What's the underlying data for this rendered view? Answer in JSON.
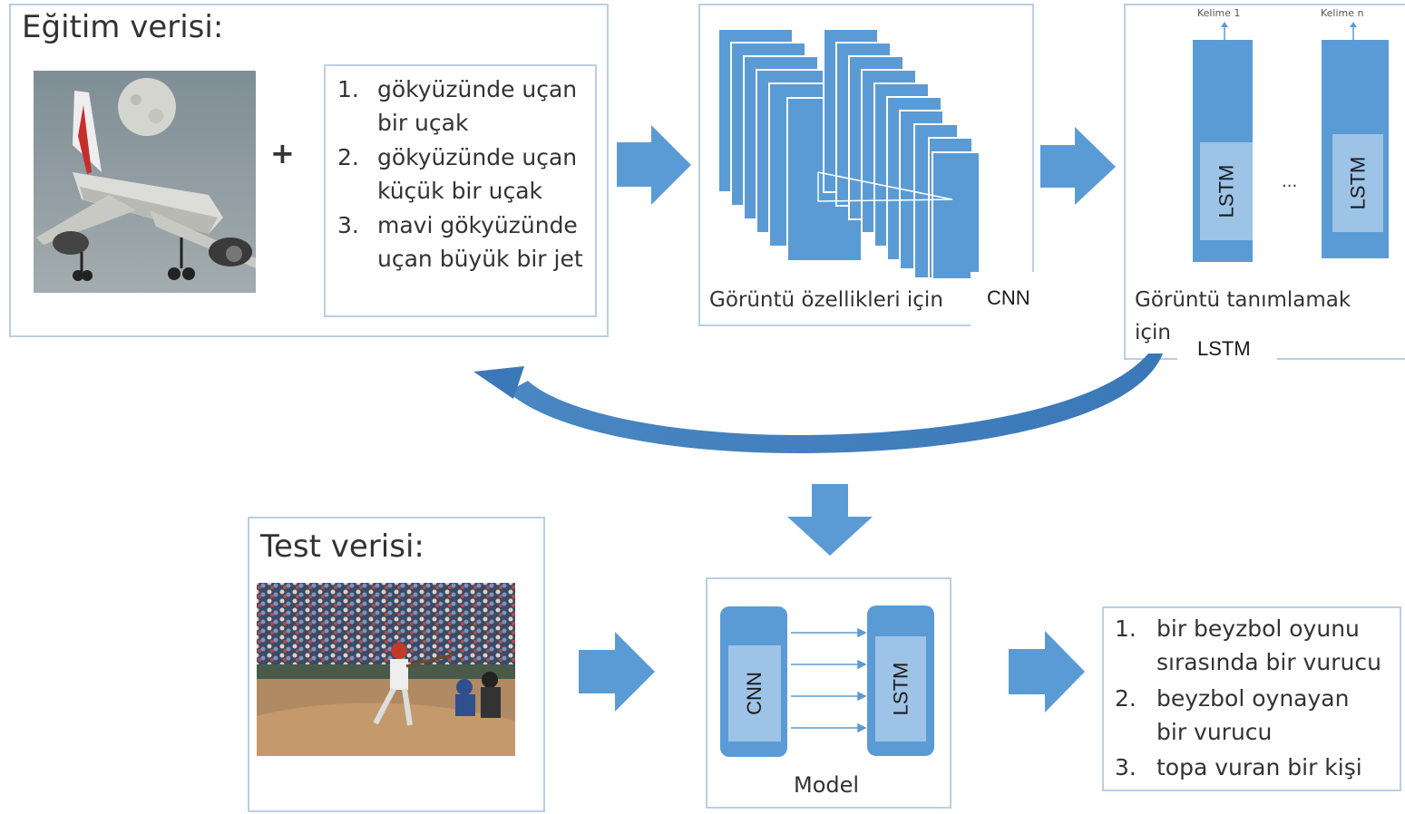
{
  "training": {
    "title": "Eğitim verisi:",
    "plus": "+",
    "captions": [
      {
        "num": "1.",
        "lines": [
          "gökyüzünde uçan",
          "bir uçak"
        ]
      },
      {
        "num": "2.",
        "lines": [
          "gökyüzünde uçan",
          "küçük bir uçak"
        ]
      },
      {
        "num": "3.",
        "lines": [
          "mavi gökyüzünde",
          "uçan büyük bir jet"
        ]
      }
    ]
  },
  "cnn_block": {
    "caption": "Görüntü özellikleri için",
    "label": "CNN"
  },
  "lstm_block": {
    "word_1": "Kelime 1",
    "word_n": "Kelime n",
    "cell_label_1": "LSTM",
    "cell_label_2": "LSTM",
    "ellipsis": "...",
    "caption_line1": "Görüntü tanımlamak",
    "caption_line2": "için",
    "label": "LSTM"
  },
  "test": {
    "title": "Test verisi:"
  },
  "model": {
    "cnn_label": "CNN",
    "lstm_label": "LSTM",
    "caption": "Model"
  },
  "output": {
    "captions": [
      {
        "num": "1.",
        "lines": [
          "bir beyzbol oyunu",
          "sırasında bir vurucu"
        ]
      },
      {
        "num": "2.",
        "lines": [
          "beyzbol oynayan",
          "bir vurucu"
        ]
      },
      {
        "num": "3.",
        "lines": [
          "topa vuran bir kişi"
        ]
      }
    ]
  },
  "colors": {
    "box_border": "#b9cfe6",
    "blue": "#5b9bd5",
    "light_blue": "#9dc3e6"
  },
  "icons": [
    "airplane-photo",
    "baseball-photo",
    "right-arrow-icon",
    "down-arrow-icon",
    "curved-arrow-icon"
  ]
}
